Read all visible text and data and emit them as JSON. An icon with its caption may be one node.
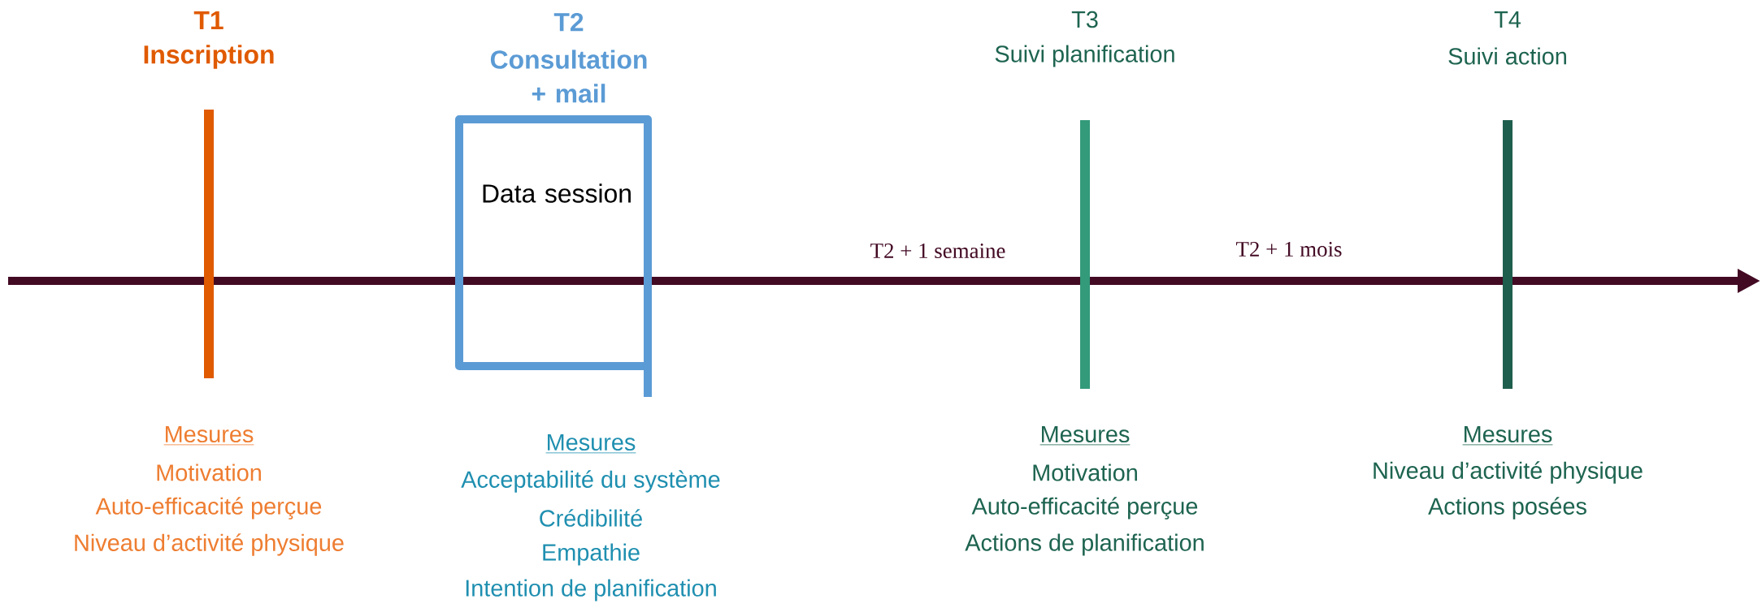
{
  "diagram": {
    "nodes": [
      {
        "text": [
          "Data session"
        ]
      }
    ],
    "labels": [
      "T1",
      "Inscription",
      "T2",
      "Consultation + mail",
      "T3",
      "Suivi planification",
      "T4",
      "Suivi action",
      "T2 + 1 semaine",
      "T2 + 1 mois",
      "Mesures",
      "Motivation",
      "Auto-efficacité perçue",
      "Niveau d’activité physique",
      "Mesures",
      "Acceptabilité du système",
      "Crédibilité",
      "Empathie",
      "Intention de planification",
      "Mesures",
      "Motivation",
      "Auto-efficacité perçue",
      "Actions de planification",
      "Mesures",
      "Niveau d’activité physique",
      "Actions posées"
    ]
  }
}
